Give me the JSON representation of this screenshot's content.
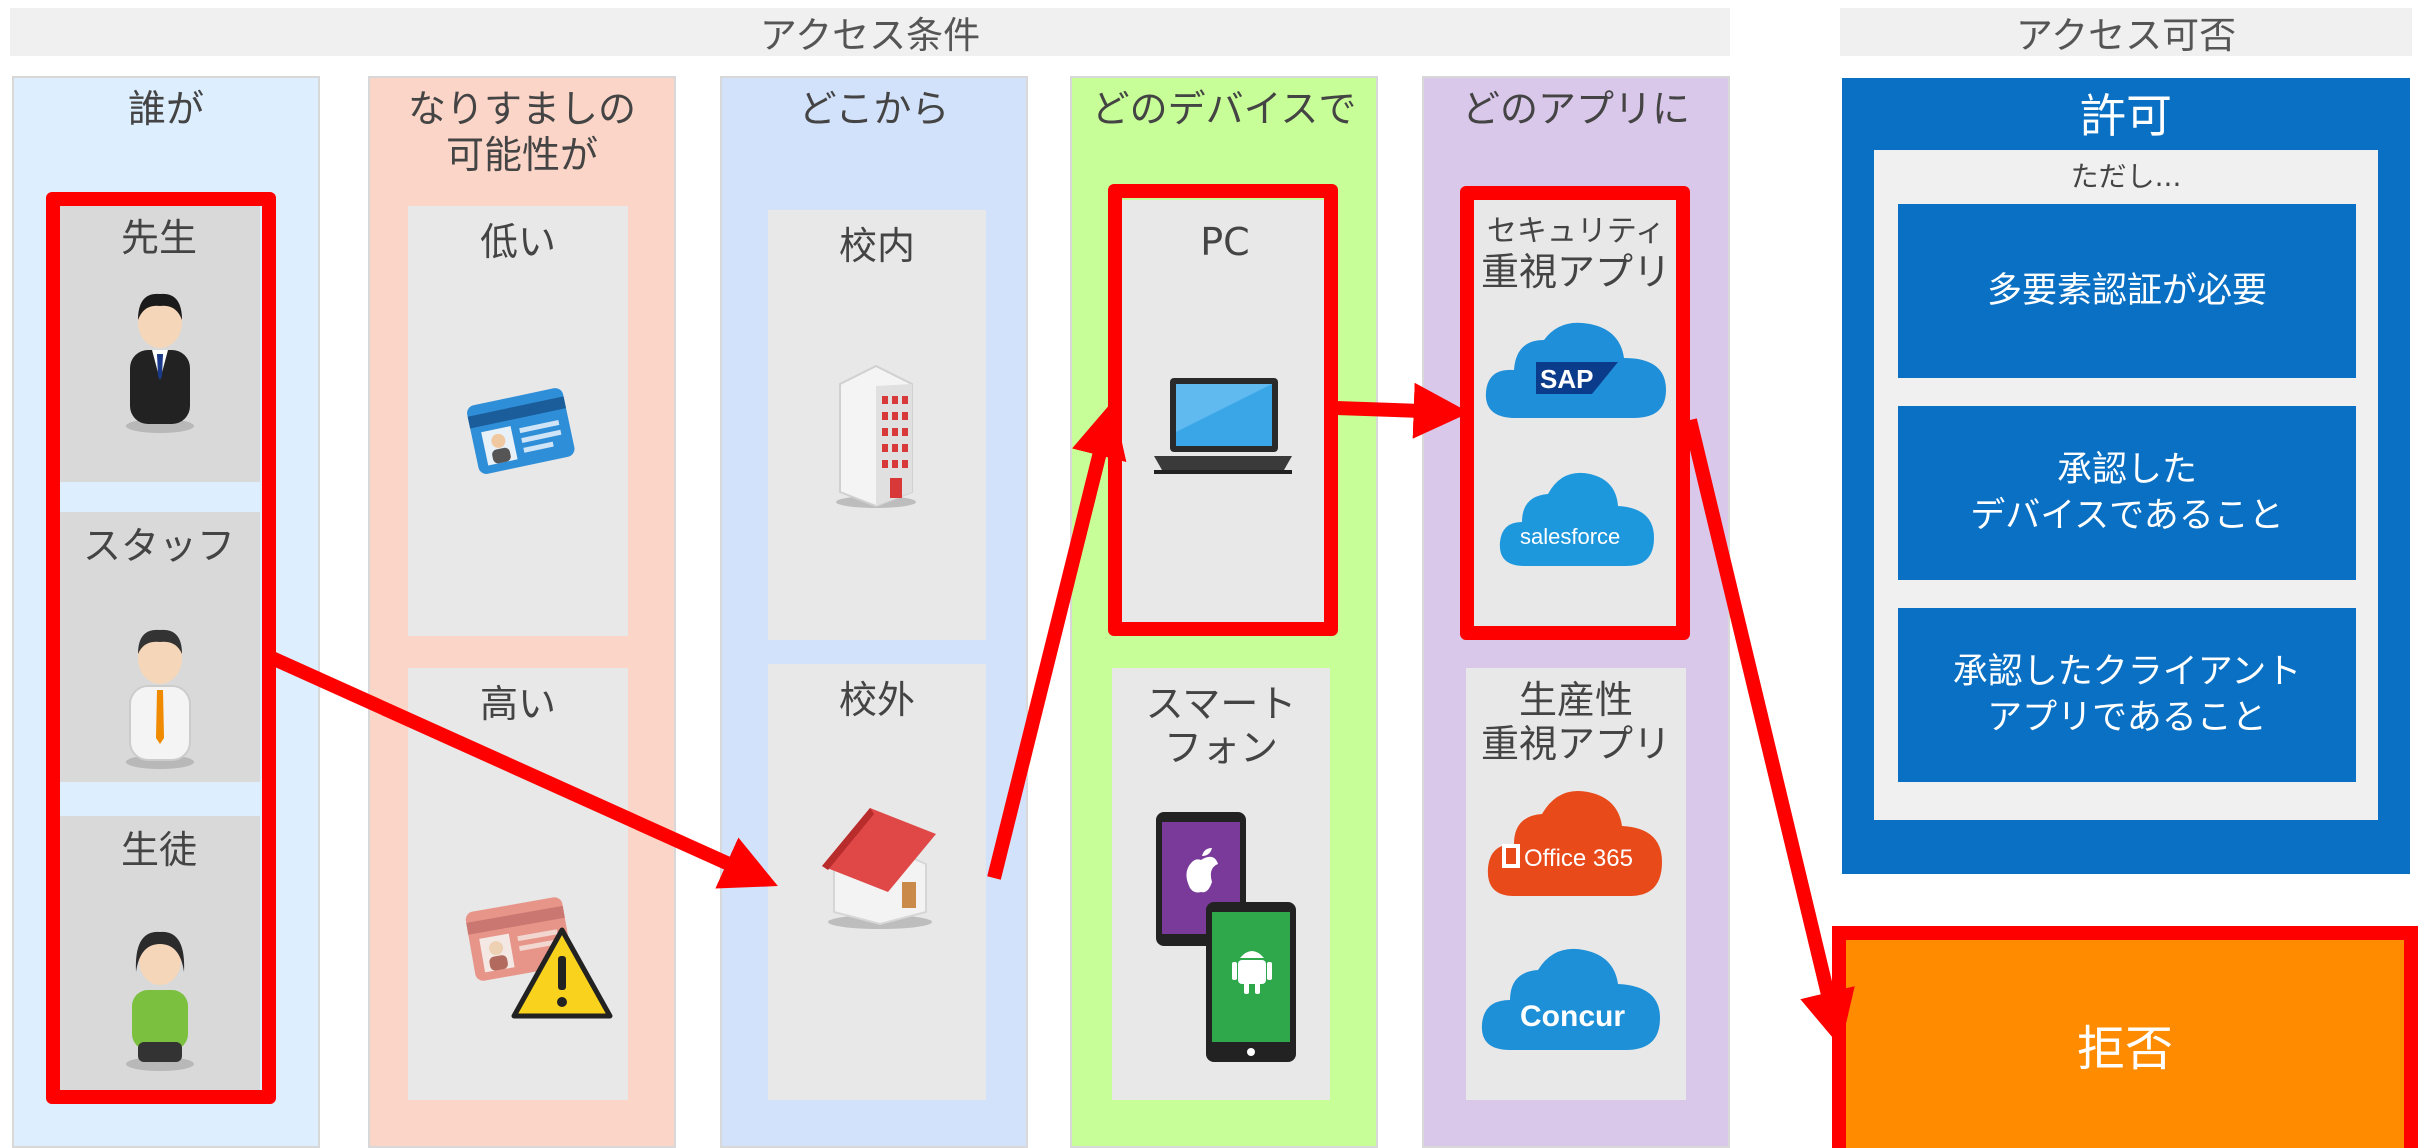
{
  "headers": {
    "conditions": "アクセス条件",
    "result": "アクセス可否"
  },
  "columns": {
    "who": {
      "title": "誰が",
      "items": [
        "先生",
        "スタッフ",
        "生徒"
      ]
    },
    "spoof": {
      "title": "なりすましの\n可能性が",
      "items": [
        "低い",
        "高い"
      ]
    },
    "where": {
      "title": "どこから",
      "items": [
        "校内",
        "校外"
      ]
    },
    "device": {
      "title": "どのデバイスで",
      "items": [
        "PC",
        "スマート\nフォン"
      ]
    },
    "app": {
      "title": "どのアプリに",
      "groups": [
        {
          "label": "セキュリティ",
          "label2": "重視アプリ",
          "apps": [
            "SAP",
            "salesforce"
          ]
        },
        {
          "label": "生産性\n重視アプリ",
          "apps": [
            "Office 365",
            "Concur"
          ]
        }
      ]
    }
  },
  "result": {
    "allow": "許可",
    "however": "ただし...",
    "requirements": [
      "多要素認証が必要",
      "承認した\nデバイスであること",
      "承認したクライアント\nアプリであること"
    ],
    "deny": "拒否"
  },
  "colors": {
    "highlight": "#ff0000",
    "allow": "#0a70c4",
    "deny": "#ff8c00"
  }
}
